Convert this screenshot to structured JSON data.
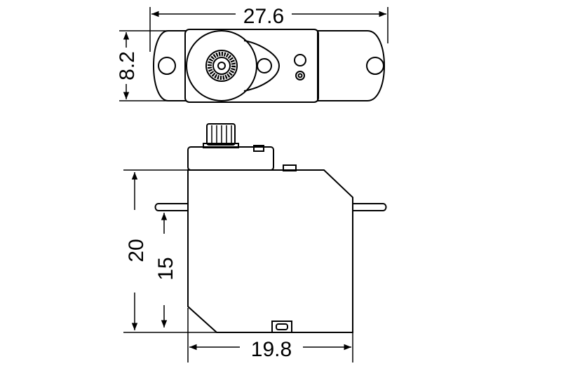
{
  "top_view": {
    "width_dim": "27.6",
    "height_dim": "8.2"
  },
  "side_view": {
    "height_dim": "20",
    "body_height_dim": "15",
    "width_dim": "19.8"
  },
  "colors": {
    "line": "#000000",
    "background": "#ffffff"
  }
}
